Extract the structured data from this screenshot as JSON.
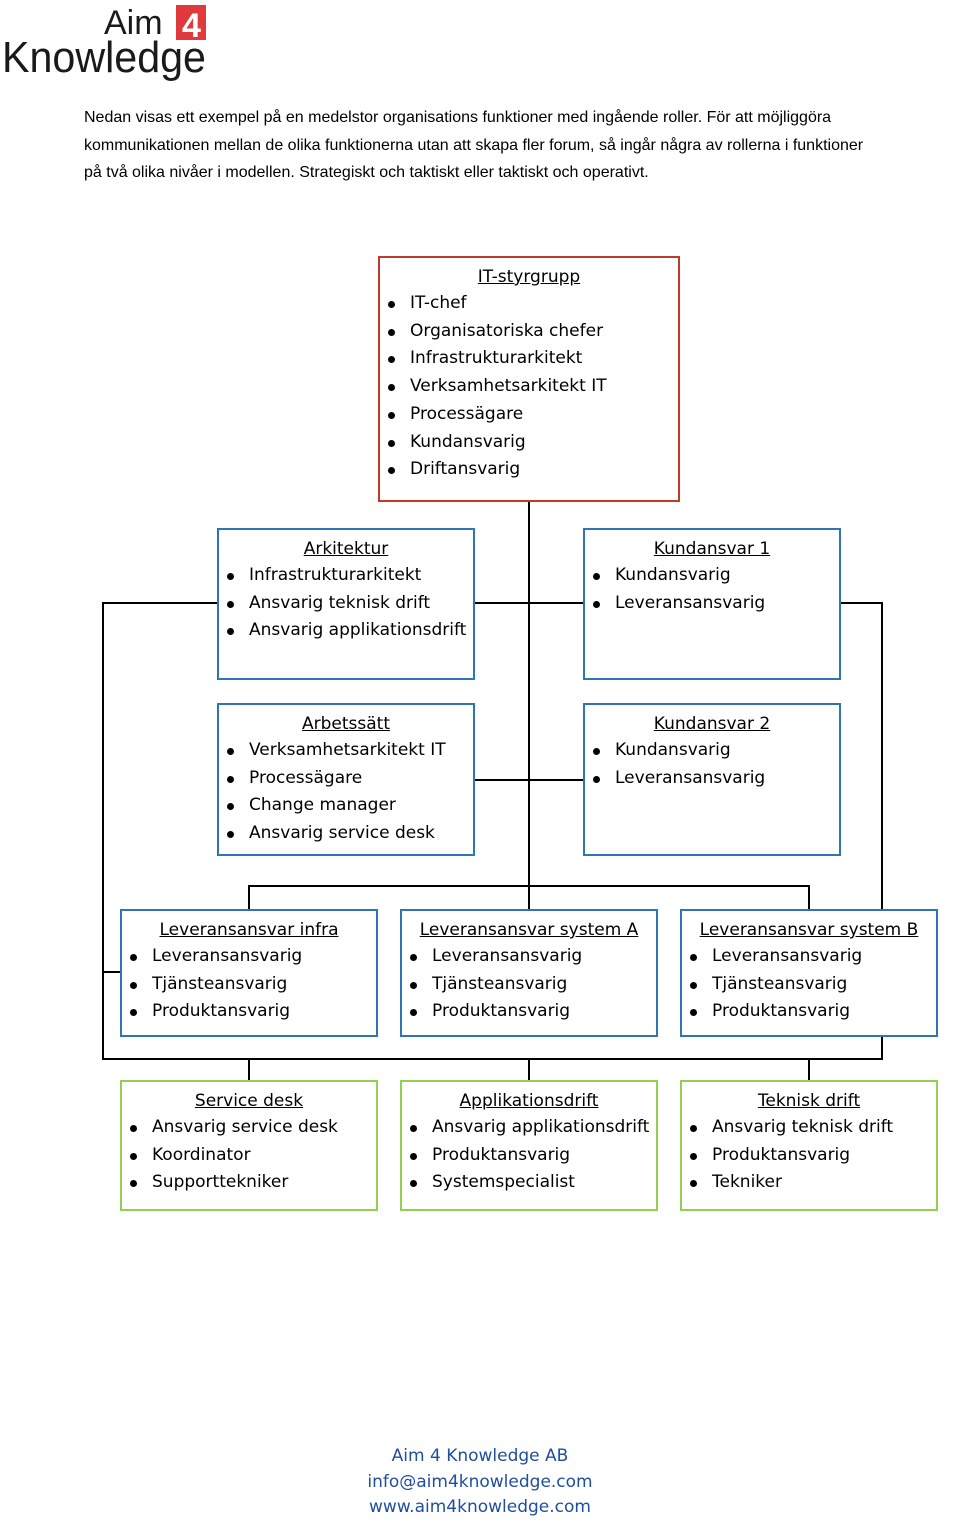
{
  "brand": {
    "logo_text": "Aim 4 Knowledge",
    "logo_line1": "Aim",
    "logo_mark": "4",
    "logo_line2": "Knowledge",
    "accent_color": "#E03A3E",
    "dark_color": "#1A1A1A"
  },
  "intro": {
    "line1": "Nedan visas ett exempel på en medelstor organisations funktioner med ingående roller. För att möjliggöra",
    "line2": "kommunikationen mellan de olika funktionerna utan att skapa fler forum, så ingår några av rollerna i funktioner",
    "line3": "på två olika nivåer i modellen. Strategiskt och taktiskt eller taktiskt och operativt."
  },
  "org_chart": {
    "colors": {
      "strategic": "#C0392B",
      "tactical": "#2E75B6",
      "operational": "#92D050",
      "connector": "#000000"
    },
    "steering": {
      "title": "IT-styrgrupp",
      "roles": [
        "IT-chef",
        "Organisatoriska chefer",
        "Infrastrukturarkitekt",
        "Verksamhetsarkitekt IT",
        "Processägare",
        "Kundansvarig",
        "Driftansvarig"
      ]
    },
    "arkitektur": {
      "title": "Arkitektur",
      "roles": [
        "Infrastrukturarkitekt",
        "Ansvarig teknisk drift",
        "Ansvarig applikationsdrift"
      ]
    },
    "kundansvar1": {
      "title": "Kundansvar 1",
      "roles": [
        "Kundansvarig",
        "Leveransansvarig"
      ]
    },
    "arbetssatt": {
      "title": "Arbetssätt",
      "roles": [
        "Verksamhetsarkitekt IT",
        "Processägare",
        "Change manager",
        "Ansvarig service desk"
      ]
    },
    "kundansvar2": {
      "title": "Kundansvar 2",
      "roles": [
        "Kundansvarig",
        "Leveransansvarig"
      ]
    },
    "lev_infra": {
      "title": "Leveransansvar infra",
      "roles": [
        "Leveransansvarig",
        "Tjänsteansvarig",
        "Produktansvarig"
      ]
    },
    "lev_system_a": {
      "title": "Leveransansvar system A",
      "roles": [
        "Leveransansvarig",
        "Tjänsteansvarig",
        "Produktansvarig"
      ]
    },
    "lev_system_b": {
      "title": "Leveransansvar system B",
      "roles": [
        "Leveransansvarig",
        "Tjänsteansvarig",
        "Produktansvarig"
      ]
    },
    "service_desk": {
      "title": "Service desk",
      "roles": [
        "Ansvarig service desk",
        "Koordinator",
        "Supporttekniker"
      ]
    },
    "applikationsdrift": {
      "title": "Applikationsdrift",
      "roles": [
        "Ansvarig applikationsdrift",
        "Produktansvarig",
        "Systemspecialist"
      ]
    },
    "teknisk_drift": {
      "title": "Teknisk drift",
      "roles": [
        "Ansvarig teknisk drift",
        "Produktansvarig",
        "Tekniker"
      ]
    }
  },
  "footer": {
    "company": "Aim 4 Knowledge AB",
    "email": "info@aim4knowledge.com",
    "website": "www.aim4knowledge.com"
  }
}
